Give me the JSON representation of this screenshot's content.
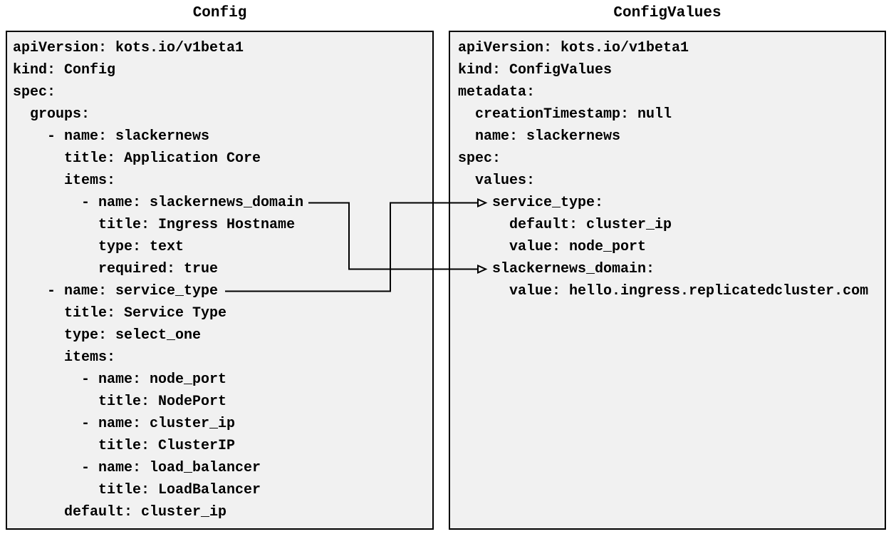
{
  "page": {
    "colors": {
      "page-bg": "#ffffff",
      "panel-bg": "#f1f1f1",
      "border-color": "#000000",
      "text-color": "#000000",
      "arrow-color": "#000000"
    }
  },
  "left_panel": {
    "title": "Config",
    "kind": "Config",
    "lines": [
      "apiVersion: kots.io/v1beta1",
      "kind: Config",
      "spec:",
      "  groups:",
      "    - name: slackernews",
      "      title: Application Core",
      "      items:",
      "        - name: slackernews_domain",
      "          title: Ingress Hostname",
      "          type: text",
      "          required: true",
      "    - name: service_type",
      "      title: Service Type",
      "      type: select_one",
      "      items:",
      "        - name: node_port",
      "          title: NodePort",
      "        - name: cluster_ip",
      "          title: ClusterIP",
      "        - name: load_balancer",
      "          title: LoadBalancer",
      "      default: cluster_ip"
    ]
  },
  "right_panel": {
    "title": "ConfigValues",
    "kind": "ConfigValues",
    "lines": [
      "apiVersion: kots.io/v1beta1",
      "kind: ConfigValues",
      "metadata:",
      "  creationTimestamp: null",
      "  name: slackernews",
      "spec:",
      "  values:",
      "    service_type:",
      "      default: cluster_ip",
      "      value: node_port",
      "    slackernews_domain:",
      "      value: hello.ingress.replicatedcluster.com"
    ]
  },
  "connections": [
    {
      "from": "Config item slackernews_domain",
      "to": "ConfigValues value slackernews_domain",
      "style": "elbow line with open right-pointing arrowhead"
    },
    {
      "from": "Config item service_type",
      "to": "ConfigValues value service_type",
      "style": "elbow line with open right-pointing arrowhead"
    }
  ]
}
